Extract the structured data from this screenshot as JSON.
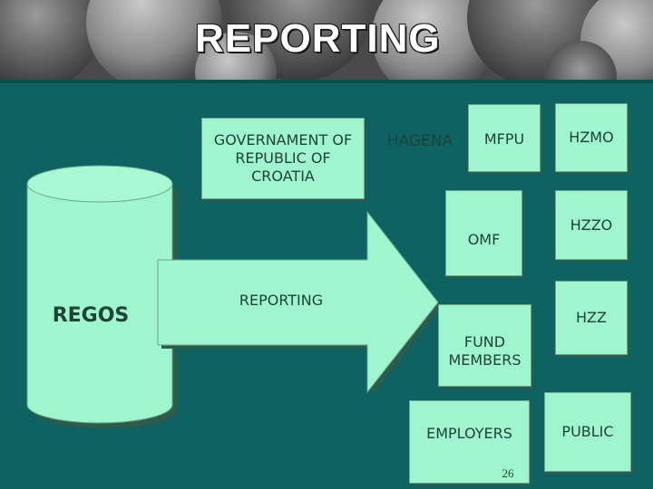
{
  "slide": {
    "title": "REPORTING",
    "page_number": "26",
    "colors": {
      "background": "#0f6262",
      "box_fill": "#9ff5cd",
      "text": "#1f4338",
      "title": "#ffffff"
    }
  },
  "database": {
    "label": "REGOS"
  },
  "arrow": {
    "label": "REPORTING"
  },
  "entities": {
    "government": "GOVERNAMENT OF REPUBLIC OF CROATIA",
    "hagena": "HAGENA",
    "mfpu": "MFPU",
    "hzmo": "HZMO",
    "omf": "OMF",
    "hzzo": "HZZO",
    "hzz": "HZZ",
    "fund_members": "FUND MEMBERS",
    "employers": "EMPLOYERS",
    "public": "PUBLIC"
  }
}
